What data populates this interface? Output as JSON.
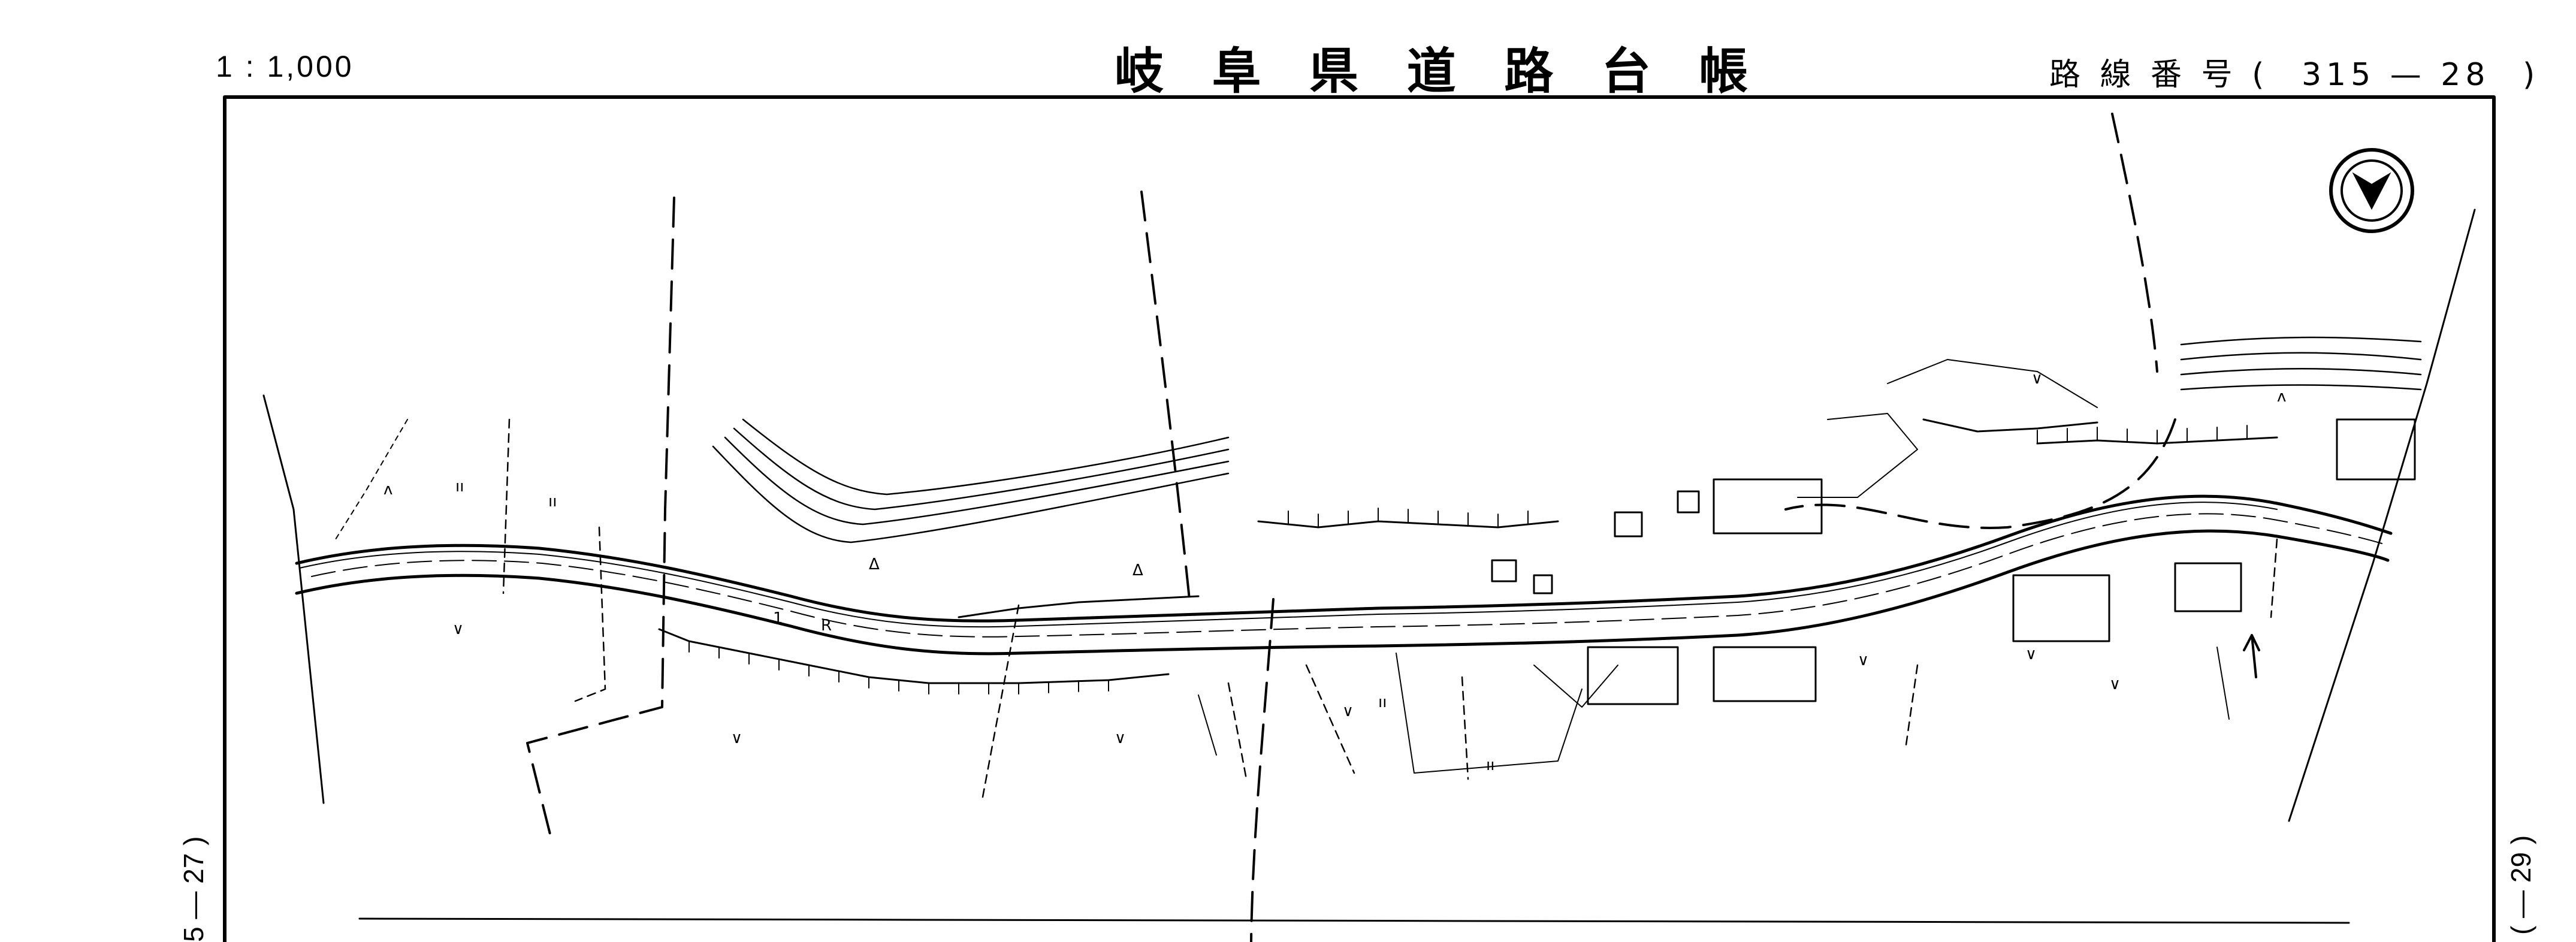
{
  "header": {
    "scale": "1 : 1,000",
    "title": "岐 阜 県 道 路 台 帳",
    "route_label": "路 線 番 号 (",
    "route_number": "315 — 28",
    "route_close": ")"
  },
  "side_labels": {
    "left": "5 — 27 )",
    "right": "( — 29 )"
  },
  "north_arrow": {
    "icon": "north-arrow-icon"
  },
  "map": {
    "style": "black line drawing on white",
    "line_color": "#000000"
  }
}
